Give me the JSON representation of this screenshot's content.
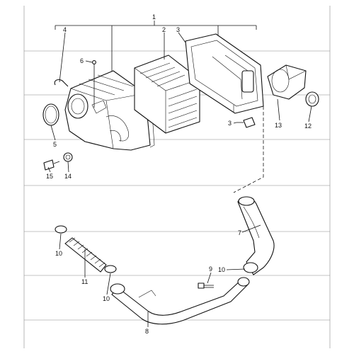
{
  "callouts": {
    "c1": "1",
    "c2": "2",
    "c3a": "3",
    "c3b": "3",
    "c4": "4",
    "c5": "5",
    "c6": "6",
    "c7": "7",
    "c8": "8",
    "c9": "9",
    "c10a": "10",
    "c10b": "10",
    "c10c": "10",
    "c11": "11",
    "c12": "12",
    "c13": "13",
    "c14": "14",
    "c15": "15"
  }
}
